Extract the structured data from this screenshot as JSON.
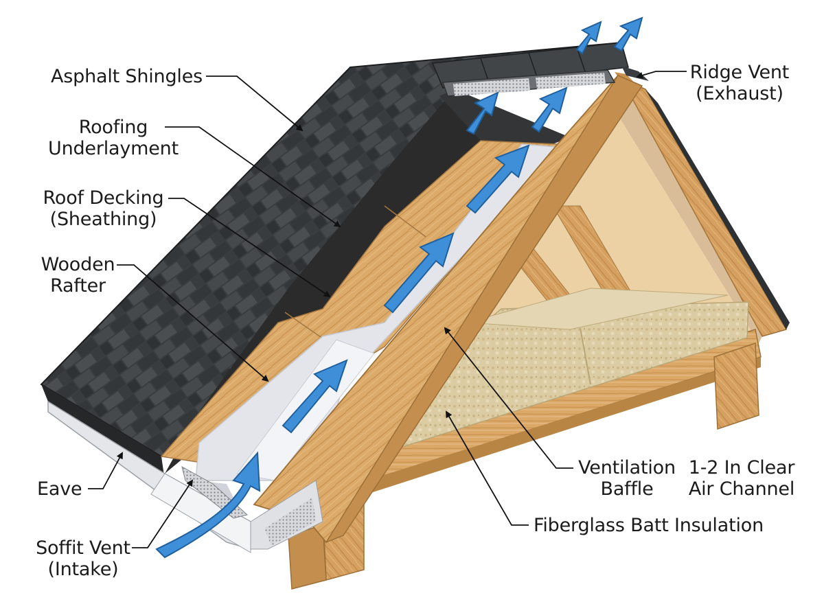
{
  "diagram": {
    "labels": {
      "asphalt_shingles": "Asphalt Shingles",
      "roofing_underlayment": [
        "Roofing",
        "Underlayment"
      ],
      "roof_decking": [
        "Roof Decking",
        "(Sheathing)"
      ],
      "wooden_rafter": [
        "Wooden",
        "Rafter"
      ],
      "eave": "Eave",
      "soffit_vent": [
        "Soffit Vent",
        "(Intake)"
      ],
      "ridge_vent": [
        "Ridge Vent",
        "(Exhaust)"
      ],
      "ventilation_baffle": [
        "Ventilation",
        "Baffle"
      ],
      "clear_air_channel": [
        "1-2 In Clear",
        "Air Channel"
      ],
      "fiberglass_insulation": "Fiberglass Batt Insulation"
    },
    "colors": {
      "shingle": "#3a3d3f",
      "shingle_dark": "#222426",
      "underlayment": "#2b2b2b",
      "wood": "#d9a765",
      "wood_dark": "#b98544",
      "baffle": "#e3e5ea",
      "insulation": "#d9c9a0",
      "airflow_arrow": "#3f8fd8",
      "label_text": "#1b1b1b"
    },
    "icons": [
      "airflow-arrow-icon",
      "leader-line"
    ]
  }
}
